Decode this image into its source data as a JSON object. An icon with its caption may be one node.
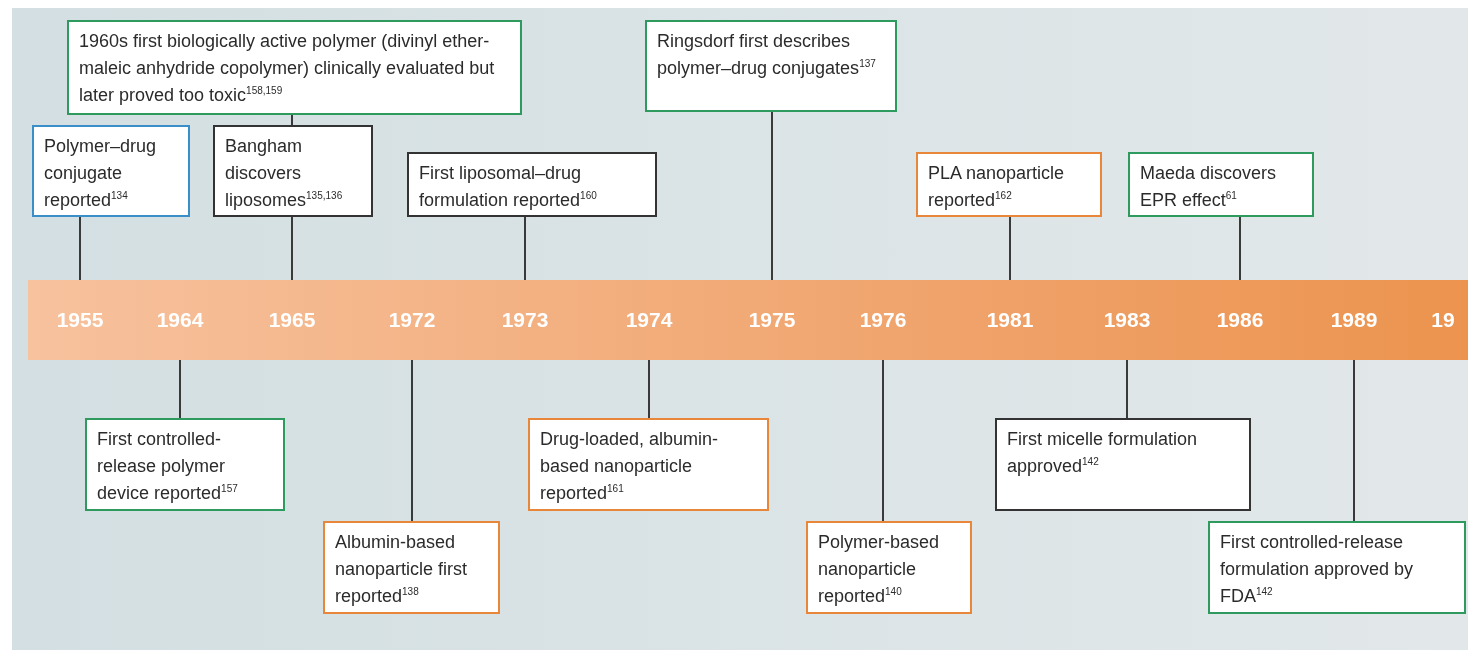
{
  "diagram": {
    "nodes": [
      {
        "text": [
          "1960s first biologically active polymer (divinyl ether-maleic anhydride copolymer) clinically evaluated but later proved too toxic$^{158,159}$"
        ]
      },
      {
        "text": [
          "Ringsdorf first describes polymer–drug conjugates$^{137}$"
        ]
      },
      {
        "text": [
          "Polymer–drug conjugate reported$^{134}$"
        ]
      },
      {
        "text": [
          "Bangham discovers liposomes$^{135,136}$"
        ]
      },
      {
        "text": [
          "First liposomal–drug formulation reported$^{160}$"
        ]
      },
      {
        "text": [
          "PLA nanoparticle reported$^{162}$"
        ]
      },
      {
        "text": [
          "Maeda discovers EPR effect$^{61}$"
        ]
      },
      {
        "text": [],
        "shape": "bar"
      },
      {
        "text": [
          "1955"
        ],
        "in": 7
      },
      {
        "text": [
          "1964"
        ],
        "in": 7
      },
      {
        "text": [
          "1965"
        ],
        "in": 7
      },
      {
        "text": [
          "1972"
        ],
        "in": 7
      },
      {
        "text": [
          "1973"
        ],
        "in": 7
      },
      {
        "text": [
          "1974"
        ],
        "in": 7
      },
      {
        "text": [
          "1975"
        ],
        "in": 7
      },
      {
        "text": [
          "1976"
        ],
        "in": 7
      },
      {
        "text": [
          "1981"
        ],
        "in": 7
      },
      {
        "text": [
          "1983"
        ],
        "in": 7
      },
      {
        "text": [
          "1986"
        ],
        "in": 7
      },
      {
        "text": [
          "1989"
        ],
        "in": 7
      },
      {
        "text": [
          "19"
        ],
        "in": 7
      },
      {
        "text": [
          "First controlled-release polymer device reported$^{157}$"
        ]
      },
      {
        "text": [
          "Drug-loaded, albumin-based nanoparticle reported$^{161}$"
        ]
      },
      {
        "text": [
          "First micelle formulation approved$^{142}$"
        ]
      },
      {
        "text": [
          "Albumin-based nanoparticle first reported$^{138}$"
        ]
      },
      {
        "text": [
          "Polymer-based nanoparticle reported$^{140}$"
        ]
      },
      {
        "text": [
          "First controlled-release formulation approved by FDA$^{142}$"
        ]
      }
    ],
    "edges": [
      {
        "from": 2,
        "to": 8,
        "arrow": "none"
      },
      {
        "from": 0,
        "to": 3,
        "arrow": "none"
      },
      {
        "from": 3,
        "to": 10,
        "arrow": "none"
      },
      {
        "from": 4,
        "to": 12,
        "arrow": "none"
      },
      {
        "from": 1,
        "to": 14,
        "arrow": "none"
      },
      {
        "from": 5,
        "to": 16,
        "arrow": "none"
      },
      {
        "from": 6,
        "to": 18,
        "arrow": "none"
      },
      {
        "from": 21,
        "to": 9,
        "arrow": "none"
      },
      {
        "from": 24,
        "to": 11,
        "arrow": "none"
      },
      {
        "from": 22,
        "to": 13,
        "arrow": "none"
      },
      {
        "from": 25,
        "to": 15,
        "arrow": "none"
      },
      {
        "from": 23,
        "to": 17,
        "arrow": "none"
      },
      {
        "from": 26,
        "to": 19,
        "arrow": "none"
      }
    ]
  }
}
